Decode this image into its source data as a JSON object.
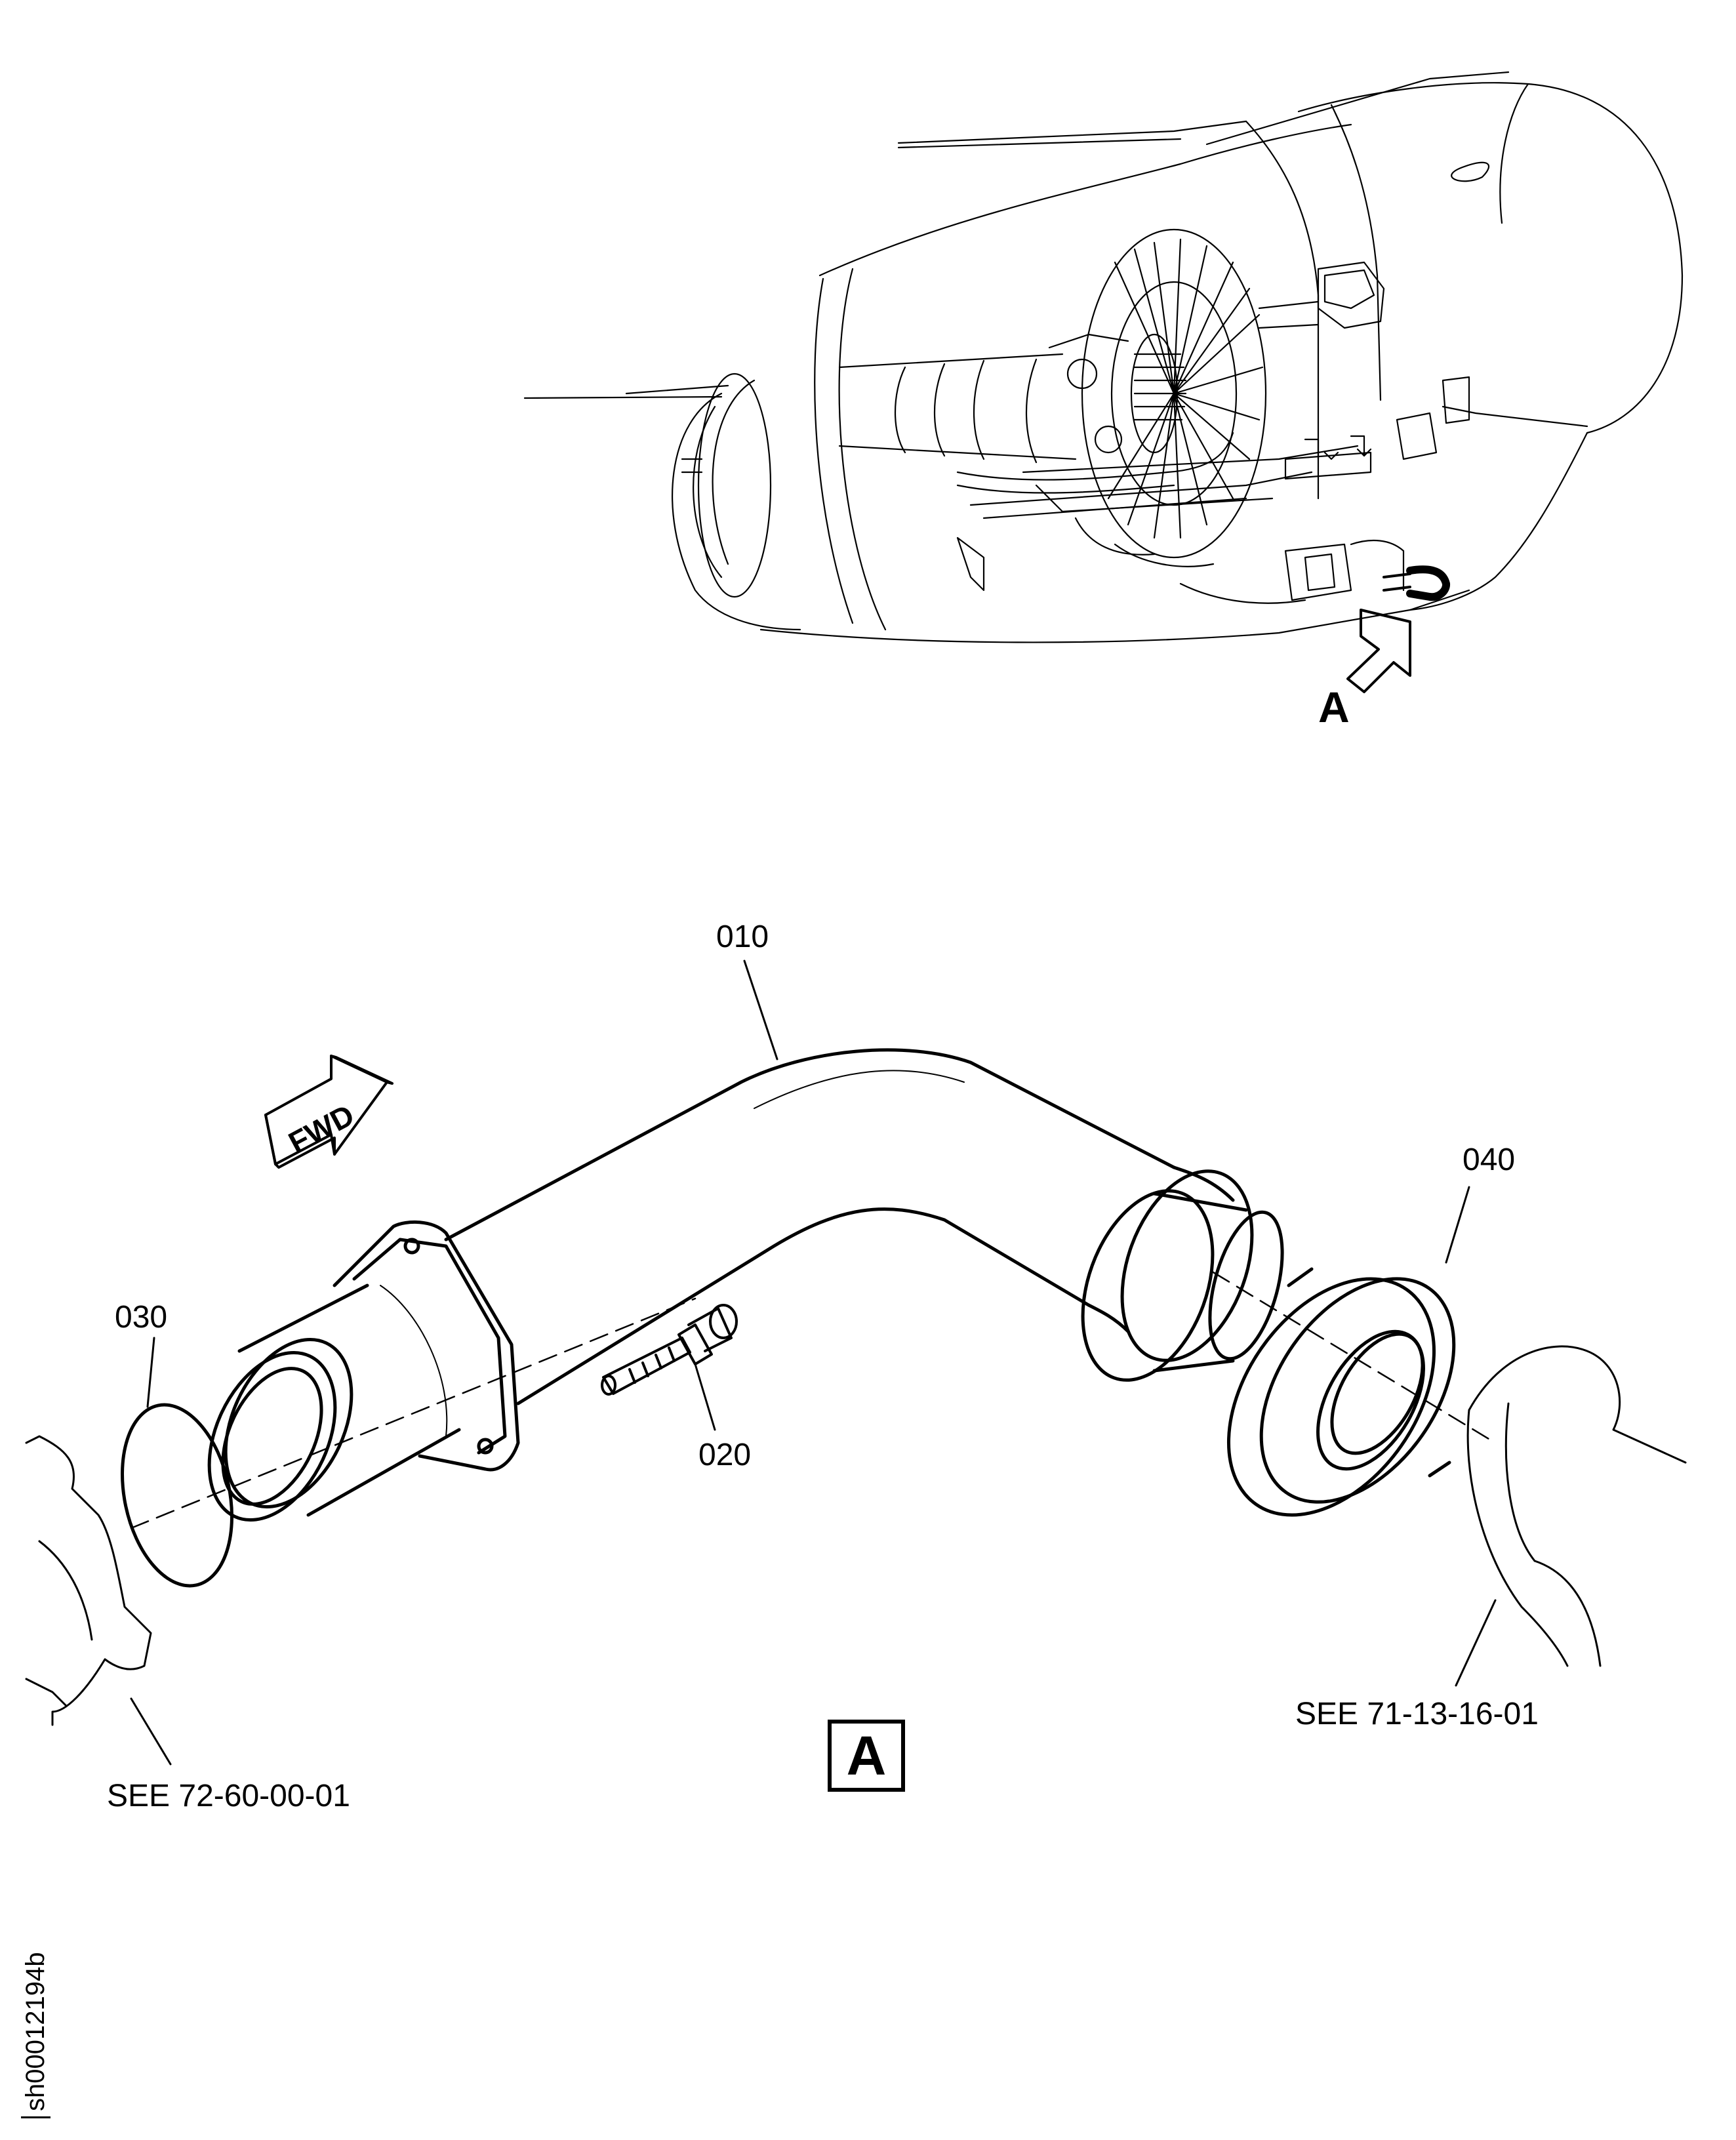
{
  "figure": {
    "view_callout": "A",
    "view_box_label": "A",
    "sheet_id": "sh00012194b",
    "fwd_label": "FWD"
  },
  "callouts": {
    "item_010": "010",
    "item_020": "020",
    "item_030": "030",
    "item_040": "040"
  },
  "references": {
    "left": "SEE 72-60-00-01",
    "right": "SEE 71-13-16-01"
  },
  "colors": {
    "line": "#000000",
    "background": "#ffffff"
  }
}
